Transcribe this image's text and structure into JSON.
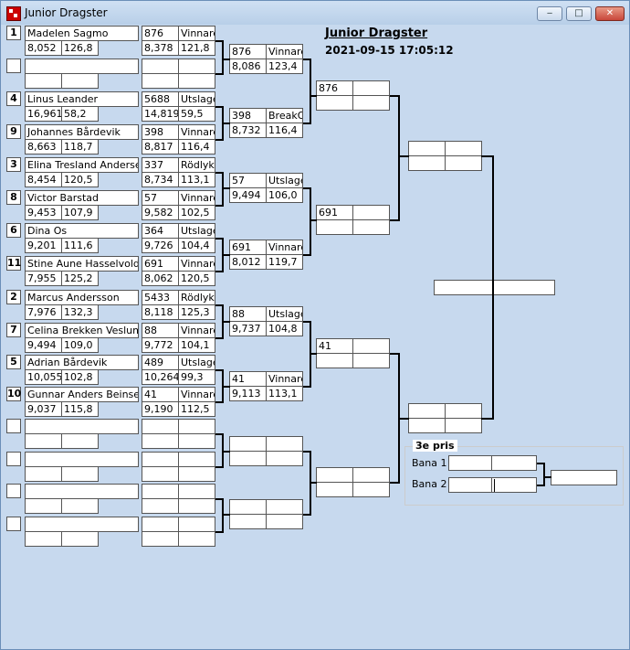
{
  "window": {
    "title": "Junior Dragster",
    "minimize": "‒",
    "maximize": "□",
    "close": "✕"
  },
  "heading": {
    "title": "Junior Dragster",
    "datetime": "2021-09-15 17:05:12"
  },
  "entries": [
    {
      "seed": "1",
      "name": "Madelen Sagmo",
      "et": "8,052",
      "speed": "126,8",
      "num": "876",
      "result": "Vinnare",
      "et2": "8,378",
      "speed2": "121,8"
    },
    {
      "seed": "",
      "name": "",
      "et": "",
      "speed": "",
      "num": "",
      "result": "",
      "et2": "",
      "speed2": ""
    },
    {
      "seed": "4",
      "name": "Linus Leander",
      "et": "16,961",
      "speed": "58,2",
      "num": "5688",
      "result": "Utslagen",
      "et2": "14,819",
      "speed2": "59,5"
    },
    {
      "seed": "9",
      "name": "Johannes Bårdevik",
      "et": "8,663",
      "speed": "118,7",
      "num": "398",
      "result": "Vinnare",
      "et2": "8,817",
      "speed2": "116,4"
    },
    {
      "seed": "3",
      "name": "Elina Tresland Andersen",
      "et": "8,454",
      "speed": "120,5",
      "num": "337",
      "result": "Rödlyktan",
      "et2": "8,734",
      "speed2": "113,1"
    },
    {
      "seed": "8",
      "name": "Victor Barstad",
      "et": "9,453",
      "speed": "107,9",
      "num": "57",
      "result": "Vinnare",
      "et2": "9,582",
      "speed2": "102,5"
    },
    {
      "seed": "6",
      "name": "Dina Os",
      "et": "9,201",
      "speed": "111,6",
      "num": "364",
      "result": "Utslagen",
      "et2": "9,726",
      "speed2": "104,4"
    },
    {
      "seed": "11",
      "name": "Stine Aune Hasselvold",
      "et": "7,955",
      "speed": "125,2",
      "num": "691",
      "result": "Vinnare",
      "et2": "8,062",
      "speed2": "120,5"
    },
    {
      "seed": "2",
      "name": "Marcus Andersson",
      "et": "7,976",
      "speed": "132,3",
      "num": "5433",
      "result": "Rödlyktan",
      "et2": "8,118",
      "speed2": "125,3"
    },
    {
      "seed": "7",
      "name": "Celina Brekken Veslum",
      "et": "9,494",
      "speed": "109,0",
      "num": "88",
      "result": "Vinnare",
      "et2": "9,772",
      "speed2": "104,1"
    },
    {
      "seed": "5",
      "name": "Adrian Bårdevik",
      "et": "10,055",
      "speed": "102,8",
      "num": "489",
      "result": "Utslagen",
      "et2": "10,264",
      "speed2": "99,3"
    },
    {
      "seed": "10",
      "name": "Gunnar Anders Beinset",
      "et": "9,037",
      "speed": "115,8",
      "num": "41",
      "result": "Vinnare",
      "et2": "9,190",
      "speed2": "112,5"
    },
    {
      "seed": "",
      "name": "",
      "et": "",
      "speed": "",
      "num": "",
      "result": "",
      "et2": "",
      "speed2": ""
    },
    {
      "seed": "",
      "name": "",
      "et": "",
      "speed": "",
      "num": "",
      "result": "",
      "et2": "",
      "speed2": ""
    },
    {
      "seed": "",
      "name": "",
      "et": "",
      "speed": "",
      "num": "",
      "result": "",
      "et2": "",
      "speed2": ""
    },
    {
      "seed": "",
      "name": "",
      "et": "",
      "speed": "",
      "num": "",
      "result": "",
      "et2": "",
      "speed2": ""
    }
  ],
  "round2": [
    {
      "num": "876",
      "result": "Vinnare",
      "et": "8,086",
      "speed": "123,4"
    },
    {
      "num": "398",
      "result": "BreakOut",
      "et": "8,732",
      "speed": "116,4"
    },
    {
      "num": "57",
      "result": "Utslagen",
      "et": "9,494",
      "speed": "106,0"
    },
    {
      "num": "691",
      "result": "Vinnare",
      "et": "8,012",
      "speed": "119,7"
    },
    {
      "num": "88",
      "result": "Utslagen",
      "et": "9,737",
      "speed": "104,8"
    },
    {
      "num": "41",
      "result": "Vinnare",
      "et": "9,113",
      "speed": "113,1"
    },
    {
      "num": "",
      "result": "",
      "et": "",
      "speed": ""
    },
    {
      "num": "",
      "result": "",
      "et": "",
      "speed": ""
    }
  ],
  "round3": [
    {
      "num": "876",
      "result": "",
      "et": "",
      "speed": ""
    },
    {
      "num": "691",
      "result": "",
      "et": "",
      "speed": ""
    },
    {
      "num": "41",
      "result": "",
      "et": "",
      "speed": ""
    },
    {
      "num": "",
      "result": "",
      "et": "",
      "speed": ""
    }
  ],
  "round4": [
    {
      "num": "",
      "result": "",
      "et": "",
      "speed": ""
    },
    {
      "num": "",
      "result": "",
      "et": "",
      "speed": ""
    }
  ],
  "final": {
    "winner": ""
  },
  "third_place": {
    "title": "3e pris",
    "lane1_label": "Bana 1",
    "lane2_label": "Bana 2",
    "lane1_num": "",
    "lane1_result": "",
    "lane2_num": "",
    "lane2_result": "",
    "winner": ""
  }
}
